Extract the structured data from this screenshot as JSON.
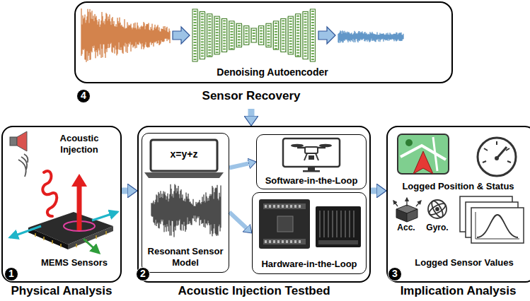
{
  "diagram": {
    "nodes": [
      {
        "text": [
          "Denoising Autoencoder",
          "Sensor Recovery"
        ]
      },
      {
        "text": [
          "Acoustic Injection",
          "MEMS Sensors",
          "Physical Analysis"
        ]
      },
      {
        "text": [
          "Acoustic Injection Testbed"
        ]
      },
      {
        "text": [
          "Resonant Sensor Model"
        ],
        "in": 2
      },
      {
        "text": [
          "Software-in-the-Loop"
        ],
        "in": 2
      },
      {
        "text": [
          "Hardware-in-the-Loop"
        ],
        "in": 2
      },
      {
        "text": [
          "Logged Position & Status",
          "Logged Sensor Values",
          "Implication Analysis"
        ]
      }
    ],
    "edges": [
      {
        "from": 0,
        "to": 2,
        "arrow": "to"
      },
      {
        "from": 1,
        "to": 2,
        "arrow": "to"
      },
      {
        "from": 2,
        "to": 6,
        "arrow": "to"
      },
      {
        "from": 3,
        "to": 4,
        "arrow": "to"
      },
      {
        "from": 3,
        "to": 5,
        "arrow": "to"
      }
    ],
    "labels": [
      "4",
      "1",
      "2",
      "3",
      "x=y+z",
      "Acc.",
      "Gyro."
    ]
  }
}
